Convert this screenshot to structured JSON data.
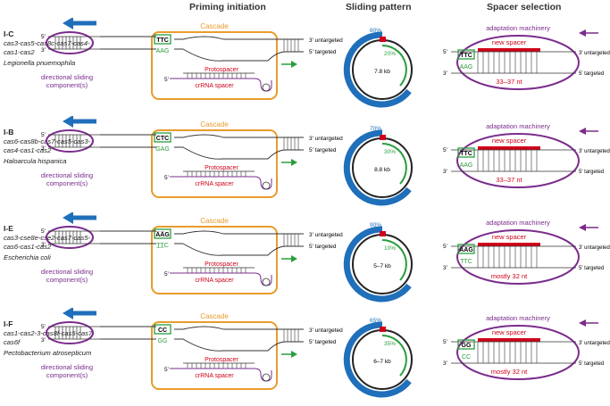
{
  "headers": {
    "priming": "Priming initiation",
    "sliding": "Sliding pattern",
    "spacer": "Spacer selection"
  },
  "colors": {
    "cascade": "#e89c2c",
    "adaptation": "#7b2c8c",
    "blue_arrow": "#1f6fba",
    "green": "#2a9d3e",
    "red": "#d0021b"
  },
  "common": {
    "cascade": "Cascade",
    "protospacer": "Protospacer",
    "crrna_spacer": "crRNA spacer",
    "directional": "directional sliding component(s)",
    "untargeted": "3' untargeted",
    "targeted": "5' targeted",
    "adaptation": "adaptation machinery",
    "new_spacer": "new spacer",
    "five": "5'",
    "three": "3'"
  },
  "rows": [
    {
      "type": "I-C",
      "genes": "cas3-cas5-cas8c-cas7-cas4-cas1-cas2",
      "organism": "Legionella pnuemophila",
      "pam_top": "TTC",
      "pam_bottom": "AAG",
      "blue_pct": "80%",
      "green_pct": "20%",
      "size": "7.8 kb",
      "sel_top": "TTC",
      "sel_bottom": "AAG",
      "length": "33–37 nt"
    },
    {
      "type": "I-B",
      "genes": "cas6-cas8b-cas7-cas5-cas3-cas4-cas1-cas2",
      "organism": "Haloarcula hispanica",
      "pam_top": "CTC",
      "pam_bottom": "GAG",
      "blue_pct": "70%",
      "green_pct": "30%",
      "size": "8.8 kb",
      "sel_top": "TTC",
      "sel_bottom": "AAG",
      "length": "33–37 nt"
    },
    {
      "type": "I-E",
      "genes": "cas3-cse8e-cse2-cas7-cas5-cas6-cas1-cas2",
      "organism": "Escherichia coli",
      "pam_top": "A̅A̅G",
      "pam_bottom": "T̲T̲C",
      "blue_pct": "90%",
      "green_pct": "10%",
      "size": "5–7 kb",
      "sel_top": "AAG",
      "sel_bottom": "TTC",
      "length": "mostly 32 nt"
    },
    {
      "type": "I-F",
      "genes": "cas1-cas2-3-cas8f-cas5-cas7-cas6f",
      "organism": "Pectobacterium atrosepticum",
      "pam_top": "CC",
      "pam_bottom": "GG",
      "blue_pct": "65%",
      "green_pct": "35%",
      "size": "6–7 kb",
      "sel_top": "GG",
      "sel_bottom": "CC",
      "length": "mostly 32 nt"
    }
  ]
}
